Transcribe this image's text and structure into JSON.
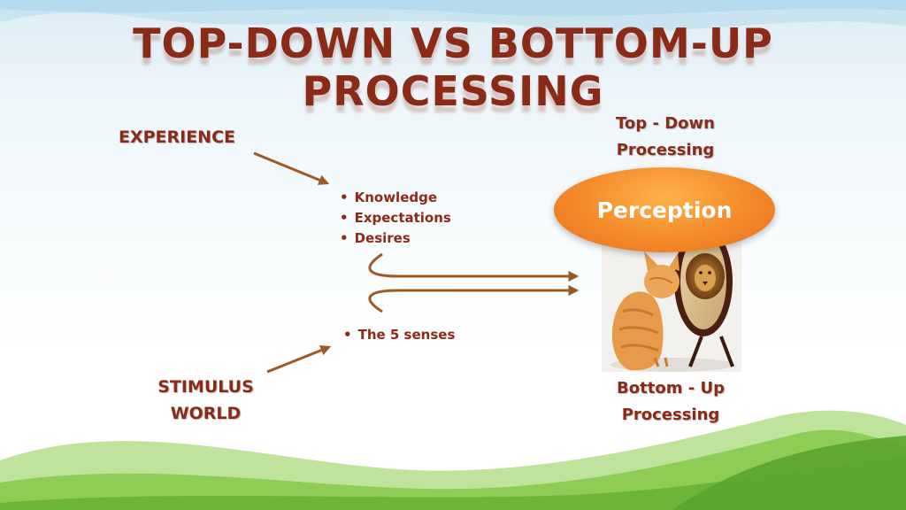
{
  "title": "TOP-DOWN VS BOTTOM-UP PROCESSING",
  "experience": "EXPERIENCE",
  "stimulus": {
    "line1": "STIMULUS",
    "line2": "WORLD"
  },
  "top_down": {
    "line1": "Top - Down",
    "line2": "Processing"
  },
  "bottom_up": {
    "line1": "Bottom - Up",
    "line2": "Processing"
  },
  "perception": "Perception",
  "top_bullets": [
    "Knowledge",
    "Expectations",
    "Desires"
  ],
  "bottom_bullets": [
    "The 5 senses"
  ],
  "colors": {
    "text": "#8b2a17",
    "arrow": "#9c5a28",
    "ellipse": "#f4892a",
    "grass": "#7cc242"
  },
  "image": "kitten-looking-in-mirror-seeing-lion"
}
